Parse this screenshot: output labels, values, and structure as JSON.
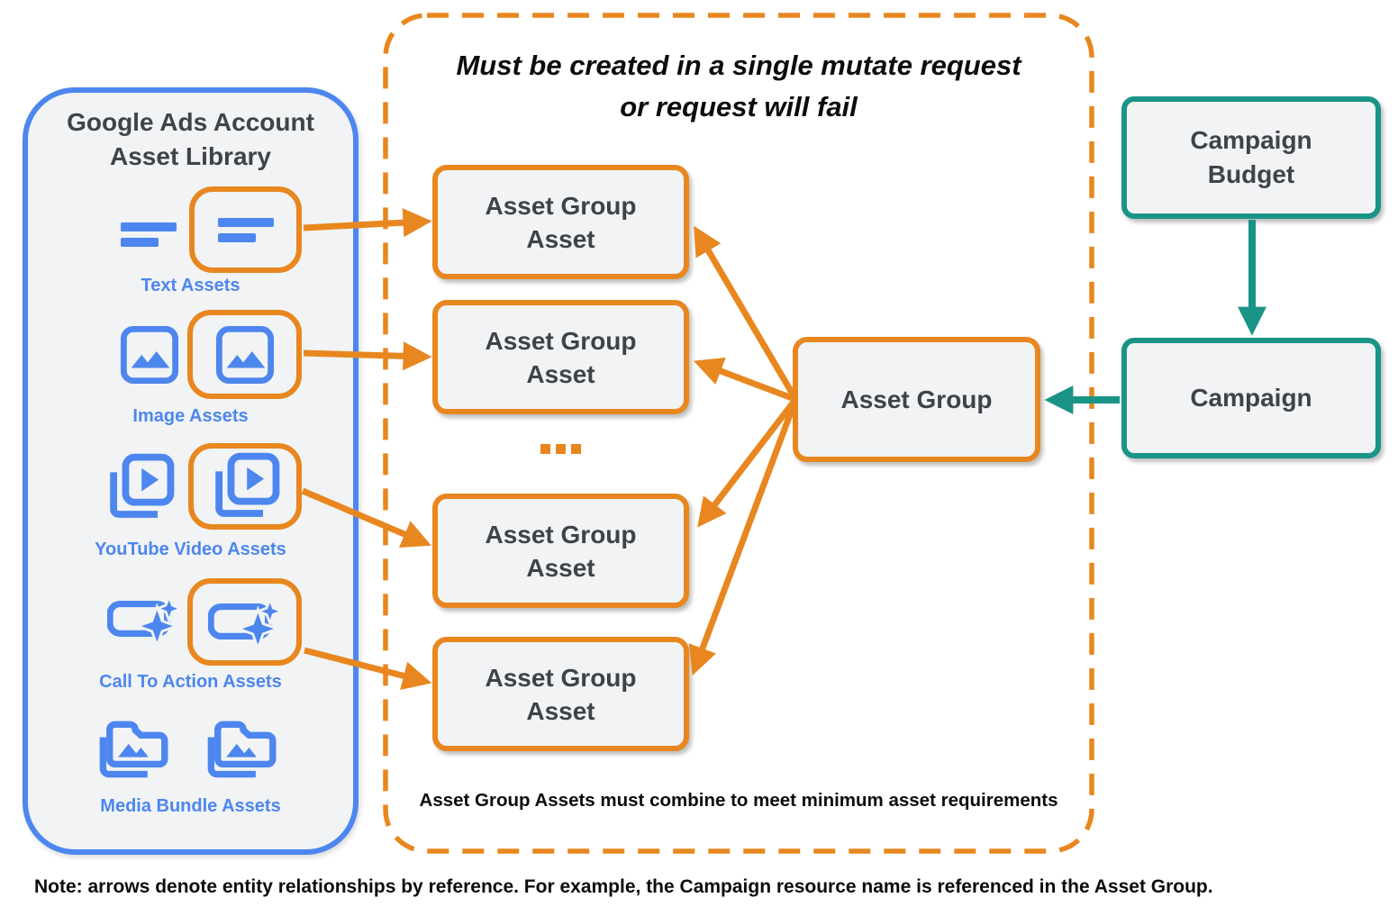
{
  "colors": {
    "blue": "#4d86ee",
    "orange": "#e8871f",
    "teal": "#1b9488",
    "box_bg": "#f1f3f4",
    "dark_text": "#3f4347",
    "text_black": "#0c0c0c"
  },
  "library": {
    "title_line1": "Google Ads Account",
    "title_line2": "Asset Library",
    "rows": [
      {
        "label": "Text Assets",
        "icon": "text-asset-icon",
        "highlighted": true
      },
      {
        "label": "Image Assets",
        "icon": "image-asset-icon",
        "highlighted": true
      },
      {
        "label": "YouTube Video Assets",
        "icon": "youtube-video-asset-icon",
        "highlighted": true
      },
      {
        "label": "Call To Action Assets",
        "icon": "call-to-action-asset-icon",
        "highlighted": true
      },
      {
        "label": "Media Bundle Assets",
        "icon": "media-bundle-asset-icon",
        "highlighted": false
      }
    ]
  },
  "mutate_panel": {
    "title_line1": "Must be created in a single mutate request",
    "title_line2": "or request will fail",
    "boxes": [
      "Asset Group Asset",
      "Asset Group Asset",
      "Asset Group Asset",
      "Asset Group Asset"
    ],
    "ellipsis": "...",
    "asset_group_label": "Asset Group",
    "caption": "Asset Group Assets must combine to meet minimum asset requirements"
  },
  "campaign": {
    "budget_label": "Campaign Budget",
    "campaign_label": "Campaign"
  },
  "note": "Note: arrows denote entity relationships by reference. For example, the Campaign resource name is referenced in the Asset Group."
}
